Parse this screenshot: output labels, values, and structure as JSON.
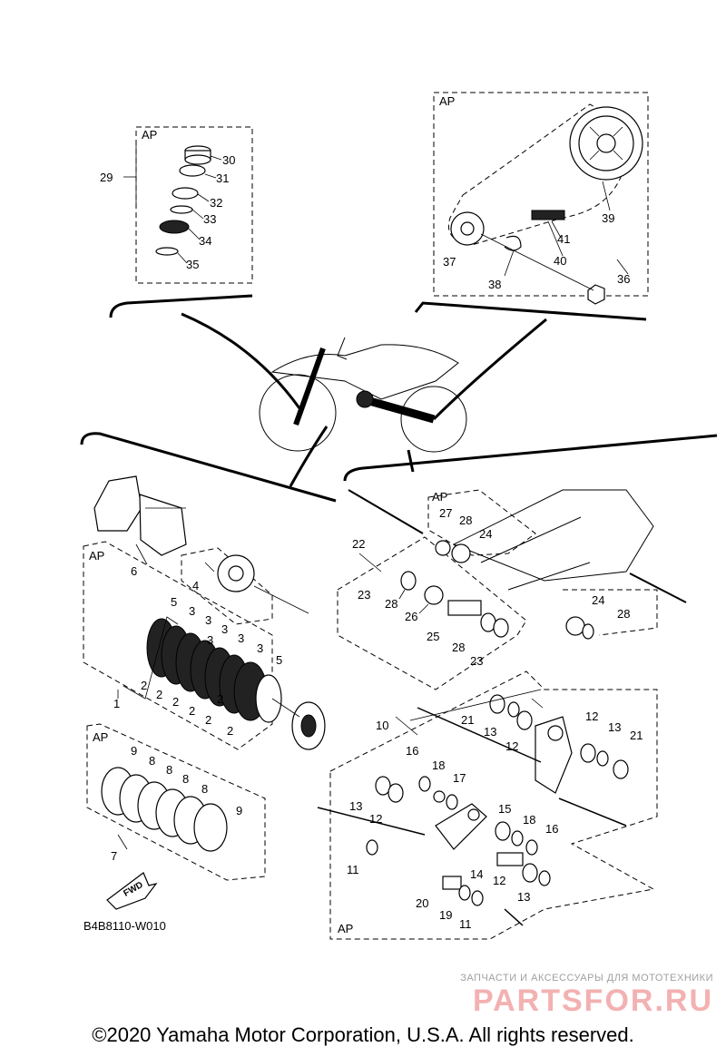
{
  "diagram": {
    "box_tag": "AP",
    "code": "B4B8110-W010",
    "fwd_label": "FWD",
    "labels": {
      "l1": "1",
      "l2a": "2",
      "l2b": "2",
      "l2c": "2",
      "l2d": "2",
      "l2e": "2",
      "l2f": "2",
      "l2g": "2",
      "l3a": "3",
      "l3b": "3",
      "l3c": "3",
      "l3d": "3",
      "l3e": "3",
      "l3f": "3",
      "l4": "4",
      "l5a": "5",
      "l5b": "5",
      "l6": "6",
      "l7": "7",
      "l8a": "8",
      "l8b": "8",
      "l8c": "8",
      "l8d": "8",
      "l9a": "9",
      "l9b": "9",
      "l10": "10",
      "l11a": "11",
      "l11b": "11",
      "l12a": "12",
      "l12b": "12",
      "l12c": "12",
      "l12d": "12",
      "l13a": "13",
      "l13b": "13",
      "l13c": "13",
      "l13d": "13",
      "l14": "14",
      "l15": "15",
      "l16a": "16",
      "l16b": "16",
      "l17": "17",
      "l18a": "18",
      "l18b": "18",
      "l19": "19",
      "l20": "20",
      "l21a": "21",
      "l21b": "21",
      "l22": "22",
      "l23a": "23",
      "l23b": "23",
      "l24a": "24",
      "l24b": "24",
      "l25": "25",
      "l26": "26",
      "l27": "27",
      "l28a": "28",
      "l28b": "28",
      "l28c": "28",
      "l28d": "28",
      "l29": "29",
      "l30": "30",
      "l31": "31",
      "l32": "32",
      "l33": "33",
      "l34": "34",
      "l35": "35",
      "l36": "36",
      "l37": "37",
      "l38": "38",
      "l39": "39",
      "l40": "40",
      "l41": "41"
    }
  },
  "watermark": {
    "top_text": "ЗАПЧАСТИ И АКСЕССУАРЫ ДЛЯ МОТОТЕХНИКИ",
    "logo": "PARTSFOR.RU"
  },
  "copyright": "©2020 Yamaha Motor Corporation, U.S.A. All rights reserved."
}
